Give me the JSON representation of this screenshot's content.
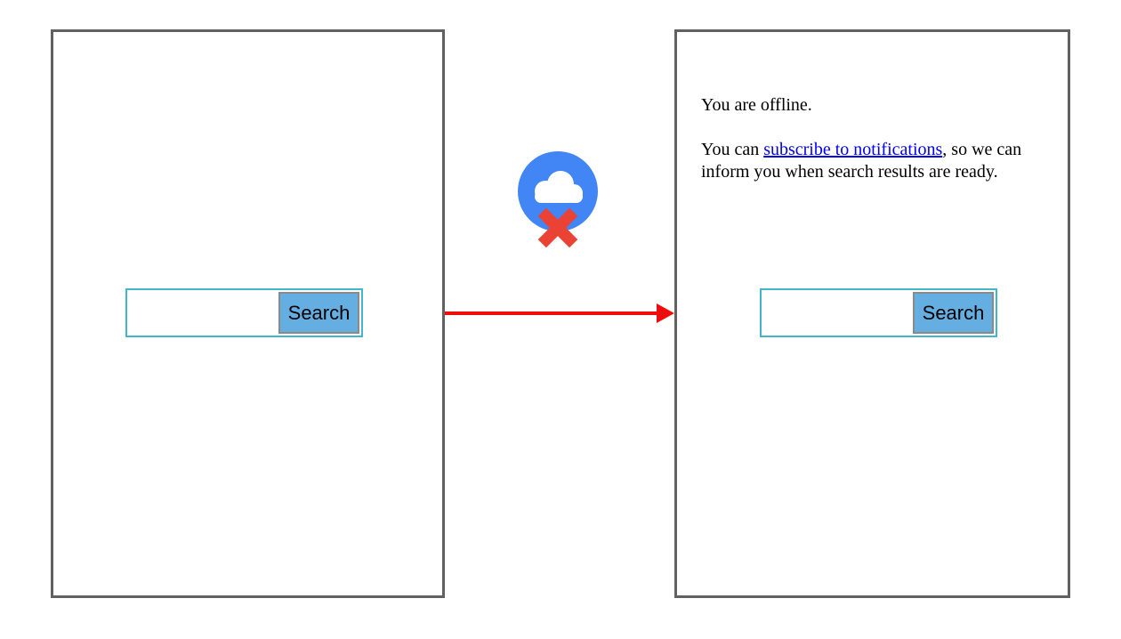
{
  "colors": {
    "frame_border": "#616161",
    "search_box_border": "#41B8CA",
    "search_button_bg": "#64AEE1",
    "search_button_border": "#8A8A8A",
    "link_color": "#0000EE",
    "arrow_color": "#EE0D0D",
    "icon_circle": "#4285F4",
    "icon_cloud": "#FFFFFF",
    "icon_x": "#EA4335"
  },
  "left_panel": {
    "search_input_value": "",
    "search_button_label": "Search"
  },
  "right_panel": {
    "offline_heading": "You are offline.",
    "notify_prefix": "You can ",
    "notify_link": "subscribe to notifications",
    "notify_suffix": ", so we can inform you when search results are ready.",
    "search_input_value": "",
    "search_button_label": "Search"
  },
  "icon": {
    "name": "offline-cloud-icon"
  }
}
